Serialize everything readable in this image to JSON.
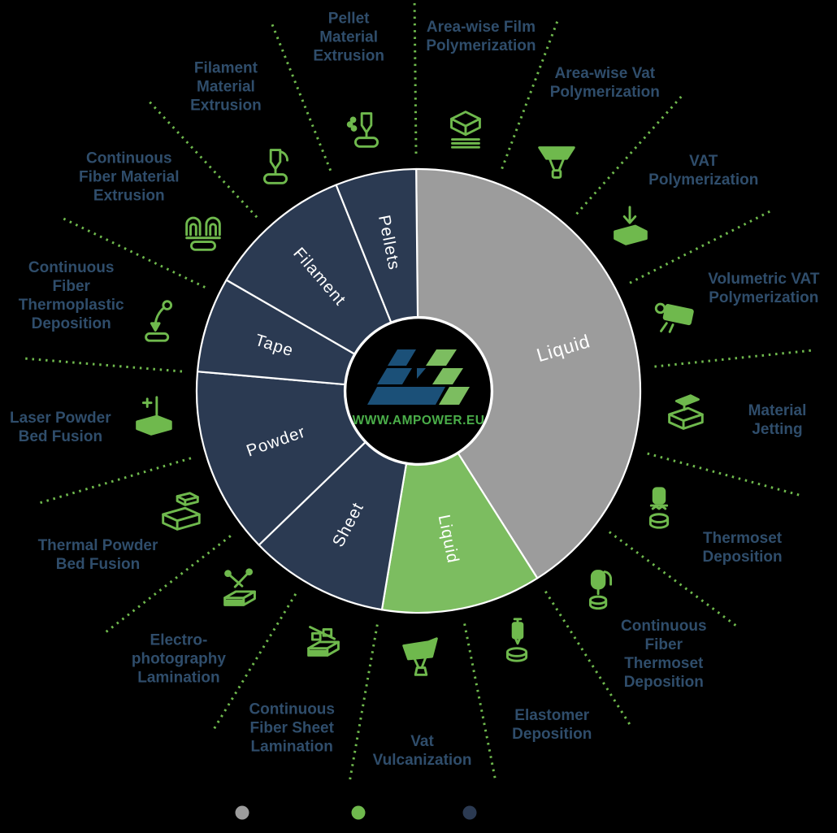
{
  "center": {
    "url": "WWW.AMPOWER.EU",
    "logo": "ampower-logo"
  },
  "chart_data": {
    "type": "pie",
    "subtype": "donut",
    "angle_unit": "degrees_clockwise_from_top",
    "legend_position": "none",
    "wedges": [
      {
        "label": "Liquid",
        "color": "#9c9c9c",
        "start_deg": -0.6,
        "end_deg": 147.6
      },
      {
        "label": "Liquid",
        "color": "#7cbd60",
        "start_deg": 147.6,
        "end_deg": 189.5
      },
      {
        "label": "Sheet",
        "color": "#2b3a52",
        "start_deg": 189.5,
        "end_deg": 226.0
      },
      {
        "label": "Powder",
        "color": "#2b3a52",
        "start_deg": 226.0,
        "end_deg": 275.0
      },
      {
        "label": "Tape",
        "color": "#2b3a52",
        "start_deg": 275.0,
        "end_deg": 300.0
      },
      {
        "label": "Filament",
        "color": "#2b3a52",
        "start_deg": 300.0,
        "end_deg": 338.2
      },
      {
        "label": "Pellets",
        "color": "#2b3a52",
        "start_deg": 338.2,
        "end_deg": 359.4
      }
    ]
  },
  "items": [
    {
      "label": "Area-wise Film Polymerization",
      "lines": [
        "Area-wise Film",
        "Polymerization"
      ],
      "icon": "area-wise-film-polymerization"
    },
    {
      "label": "Area-wise Vat Polymerization",
      "lines": [
        "Area-wise Vat",
        "Polymerization"
      ],
      "icon": "area-wise-vat-polymerization"
    },
    {
      "label": "VAT Polymerization",
      "lines": [
        "VAT",
        "Polymerization"
      ],
      "icon": "vat-polymerization"
    },
    {
      "label": "Volumetric VAT Polymerization",
      "lines": [
        "Volumetric VAT",
        "Polymerization"
      ],
      "icon": "volumetric-vat-polymerization"
    },
    {
      "label": "Material Jetting",
      "lines": [
        "Material",
        "Jetting"
      ],
      "icon": "material-jetting"
    },
    {
      "label": "Thermoset Deposition",
      "lines": [
        "Thermoset",
        "Deposition"
      ],
      "icon": "thermoset-deposition"
    },
    {
      "label": "Continuous Fiber Thermoset Deposition",
      "lines": [
        "Continuous",
        "Fiber",
        "Thermoset",
        "Deposition"
      ],
      "icon": "continuous-fiber-thermoset-deposition"
    },
    {
      "label": "Elastomer Deposition",
      "lines": [
        "Elastomer",
        "Deposition"
      ],
      "icon": "elastomer-deposition"
    },
    {
      "label": "Vat Vulcanization",
      "lines": [
        "Vat",
        "Vulcanization"
      ],
      "icon": "vat-vulcanization"
    },
    {
      "label": "Continuous Fiber Sheet Lamination",
      "lines": [
        "Continuous",
        "Fiber Sheet",
        "Lamination"
      ],
      "icon": "continuous-fiber-sheet-lamination"
    },
    {
      "label": "Electro-photography Lamination",
      "lines": [
        "Electro-",
        "photography",
        "Lamination"
      ],
      "icon": "electro-photography-lamination"
    },
    {
      "label": "Thermal Powder Bed Fusion",
      "lines": [
        "Thermal Powder",
        "Bed Fusion"
      ],
      "icon": "thermal-powder-bed-fusion"
    },
    {
      "label": "Laser Powder Bed Fusion",
      "lines": [
        "Laser Powder",
        "Bed Fusion"
      ],
      "icon": "laser-powder-bed-fusion"
    },
    {
      "label": "Continuous Fiber Thermoplastic Deposition",
      "lines": [
        "Continuous",
        "Fiber",
        "Thermoplastic",
        "Deposition"
      ],
      "icon": "continuous-fiber-thermoplastic-deposition"
    },
    {
      "label": "Continuous Fiber Material Extrusion",
      "lines": [
        "Continuous",
        "Fiber Material",
        "Extrusion"
      ],
      "icon": "continuous-fiber-material-extrusion"
    },
    {
      "label": "Filament Material Extrusion",
      "lines": [
        "Filament",
        "Material",
        "Extrusion"
      ],
      "icon": "filament-material-extrusion"
    },
    {
      "label": "Pellet Material Extrusion",
      "lines": [
        "Pellet",
        "Material",
        "Extrusion"
      ],
      "icon": "pellet-material-extrusion"
    }
  ],
  "legend_dots": [
    {
      "name": "gray-dot",
      "color": "#9c9c9c"
    },
    {
      "name": "green-dot",
      "color": "#6fb94d"
    },
    {
      "name": "navy-dot",
      "color": "#2b3a52"
    }
  ],
  "colors": {
    "background": "#000000",
    "navy_wedge": "#2b3a52",
    "gray_wedge": "#9c9c9c",
    "green_wedge": "#7cbd60",
    "icon_green": "#6fb94d",
    "dashed_line_green": "#6fb94d",
    "outer_label_text": "#2f4d6b",
    "wedge_label_text": "#ffffff",
    "logo_blue": "#1b5078",
    "logo_green": "#7cbd60",
    "url_green": "#4aae49",
    "separator_white": "#ffffff"
  }
}
